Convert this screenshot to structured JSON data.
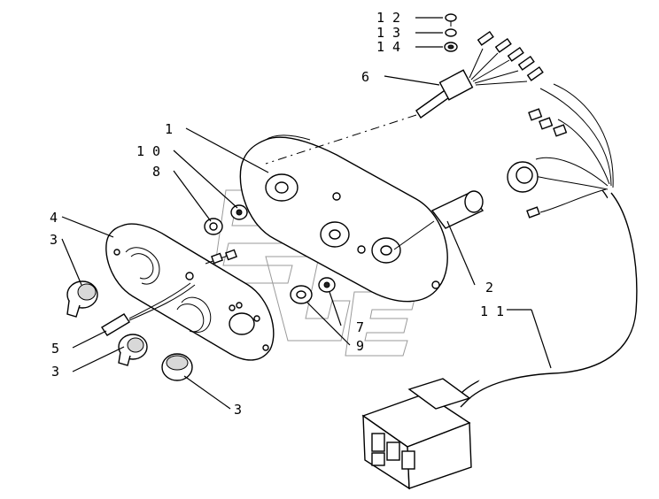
{
  "callouts": [
    {
      "id": "c1",
      "text": "1"
    },
    {
      "id": "c2",
      "text": "2"
    },
    {
      "id": "c3a",
      "text": "3"
    },
    {
      "id": "c3b",
      "text": "3"
    },
    {
      "id": "c3c",
      "text": "3"
    },
    {
      "id": "c4",
      "text": "4"
    },
    {
      "id": "c5",
      "text": "5"
    },
    {
      "id": "c6",
      "text": "6"
    },
    {
      "id": "c7",
      "text": "7"
    },
    {
      "id": "c8",
      "text": "8"
    },
    {
      "id": "c9",
      "text": "9"
    },
    {
      "id": "c10",
      "text": "1 0"
    },
    {
      "id": "c11",
      "text": "1 1"
    },
    {
      "id": "c12",
      "text": "1 2"
    },
    {
      "id": "c13",
      "text": "1 3"
    },
    {
      "id": "c14",
      "text": "1 4"
    }
  ]
}
